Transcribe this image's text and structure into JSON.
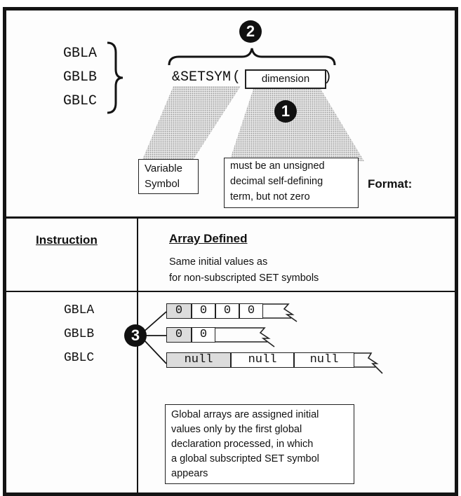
{
  "format_section": {
    "keywords": [
      "GBLA",
      "GBLB",
      "GBLC"
    ],
    "setsym": "&SETSYM",
    "open_paren": "(",
    "close_paren": ")",
    "dimension_label": "dimension",
    "variable_symbol_box": [
      "Variable",
      "Symbol"
    ],
    "dimension_note_box": [
      "must be an unsigned",
      "decimal self-defining",
      "term, but not zero"
    ],
    "format_label": "Format:"
  },
  "callouts": [
    "1",
    "2",
    "3"
  ],
  "table": {
    "col1_header": "Instruction",
    "col2_header": "Array Defined",
    "subheader_lines": [
      "Same initial values as",
      "for non-subscripted SET symbols"
    ],
    "rows": [
      {
        "instruction": "GBLA",
        "cells": [
          "0",
          "0",
          "0",
          "0"
        ]
      },
      {
        "instruction": "GBLB",
        "cells": [
          "0",
          "0"
        ]
      },
      {
        "instruction": "GBLC",
        "cells": [
          "null",
          "null",
          "null"
        ]
      }
    ],
    "note_lines": [
      "Global arrays are assigned initial",
      "values only by the first global",
      "declaration processed, in which",
      "a global subscripted SET symbol",
      "appears"
    ]
  },
  "colors": {
    "ink": "#141414",
    "shade": "#dcdcdc",
    "background": "#fdfdfd"
  }
}
